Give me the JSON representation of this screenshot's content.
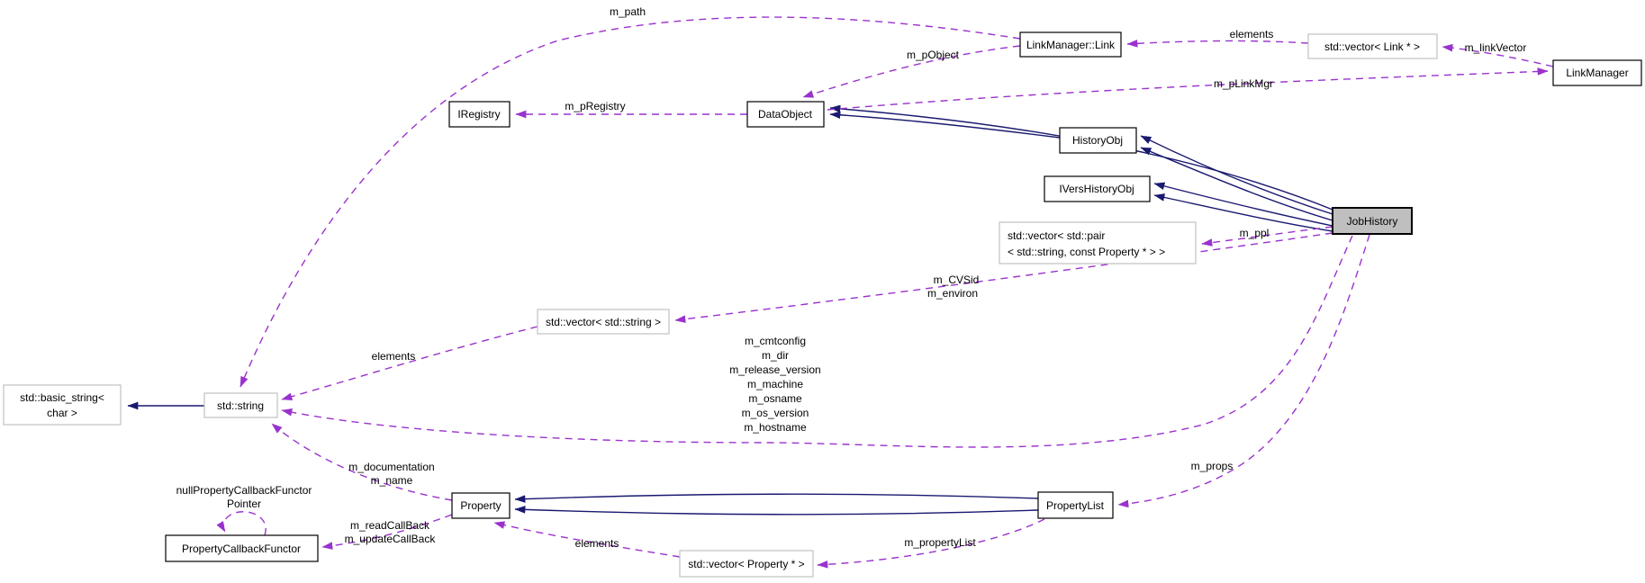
{
  "colors": {
    "background": "#ffffff",
    "inheritance_edge": "#191970",
    "usage_edge": "#9a32cd",
    "node_border": "#000000",
    "template_node_border": "#c0c0c0",
    "selected_node_fill": "#bfbfbf",
    "text": "#000000"
  },
  "nodes": {
    "link_manager_link": {
      "label": "LinkManager::Link"
    },
    "vector_link": {
      "label": "std::vector< Link * >"
    },
    "link_manager": {
      "label": "LinkManager"
    },
    "iregistry": {
      "label": "IRegistry"
    },
    "data_object": {
      "label": "DataObject"
    },
    "history_obj": {
      "label": "HistoryObj"
    },
    "ivers_history_obj": {
      "label": "IVersHistoryObj"
    },
    "job_history": {
      "label": "JobHistory"
    },
    "vector_pair": {
      "line1": "std::vector< std::pair",
      "line2": "< std::string, const Property * > >"
    },
    "vector_string": {
      "label": "std::vector< std::string >"
    },
    "basic_string": {
      "line1": "std::basic_string<",
      "line2": "char >"
    },
    "std_string": {
      "label": "std::string"
    },
    "property": {
      "label": "Property"
    },
    "property_list": {
      "label": "PropertyList"
    },
    "property_callback_functor": {
      "label": "PropertyCallbackFunctor"
    },
    "vector_property": {
      "label": "std::vector< Property * >"
    }
  },
  "edge_labels": {
    "m_path": "m_path",
    "elements_top": "elements",
    "m_linkVector": "m_linkVector",
    "m_pObject": "m_pObject",
    "m_pLinkMgr": "m_pLinkMgr",
    "m_pRegistry": "m_pRegistry",
    "m_ppl": "m_ppl",
    "m_CVSid": "m_CVSid",
    "m_environ": "m_environ",
    "elements_strings": "elements",
    "m_cmtconfig": "m_cmtconfig",
    "m_dir": "m_dir",
    "m_release_version": "m_release_version",
    "m_machine": "m_machine",
    "m_osname": "m_osname",
    "m_os_version": "m_os_version",
    "m_hostname": "m_hostname",
    "m_documentation": "m_documentation",
    "m_name": "m_name",
    "nullPropertyCallbackFunctor": "nullPropertyCallbackFunctor",
    "pointer": "Pointer",
    "m_readCallBack": "m_readCallBack",
    "m_updateCallBack": "m_updateCallBack",
    "elements_properties": "elements",
    "m_propertyList": "m_propertyList",
    "m_props": "m_props"
  }
}
